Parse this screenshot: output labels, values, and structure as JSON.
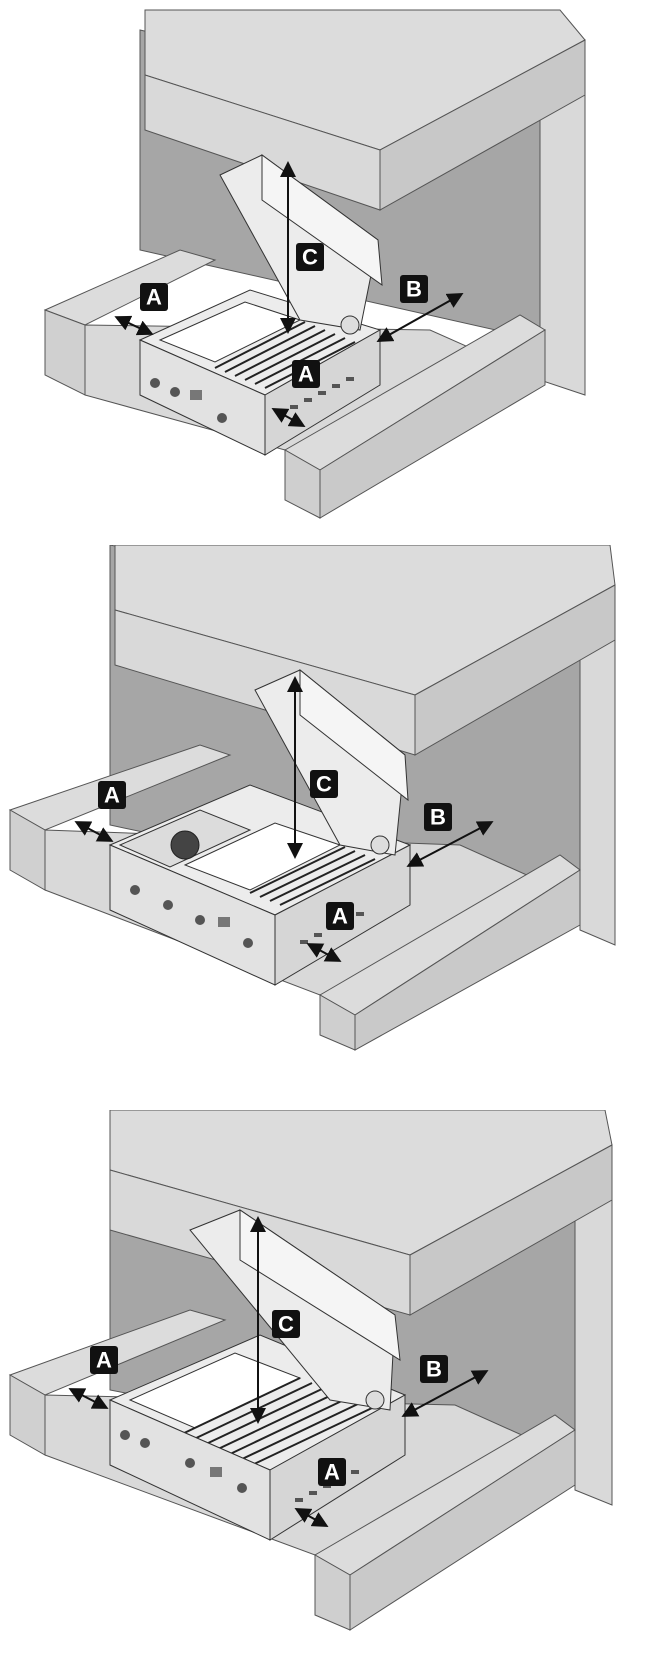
{
  "figures": [
    {
      "labels": {
        "a_left": "A",
        "a_right": "A",
        "b": "B",
        "c": "C"
      }
    },
    {
      "labels": {
        "a_left": "A",
        "a_right": "A",
        "b": "B",
        "c": "C"
      }
    },
    {
      "labels": {
        "a_left": "A",
        "a_right": "A",
        "b": "B",
        "c": "C"
      }
    }
  ],
  "colors": {
    "wall": "#d9d9d9",
    "wall_dark": "#a6a6a6",
    "counter_top": "#dcdcdc",
    "steel": "#ececec",
    "label_bg": "#111111",
    "label_fg": "#ffffff"
  }
}
